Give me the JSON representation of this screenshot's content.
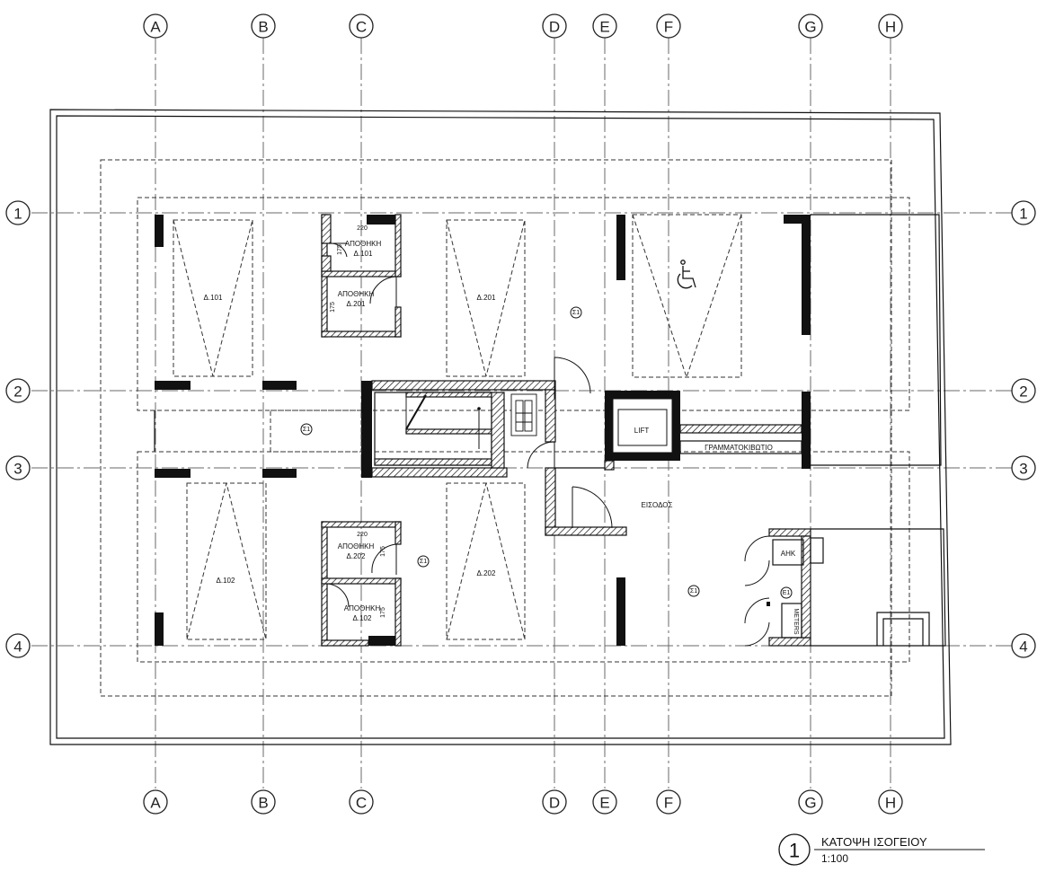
{
  "grid": {
    "columns": [
      "A",
      "B",
      "C",
      "D",
      "E",
      "F",
      "G",
      "H"
    ],
    "rows": [
      "1",
      "2",
      "3",
      "4"
    ]
  },
  "rooms": {
    "parking_101": "Δ.101",
    "parking_201": "Δ.201",
    "parking_102": "Δ.102",
    "parking_202": "Δ.202",
    "storage_101": [
      "ΑΠΟΘΗΚΗ",
      "Δ.101"
    ],
    "storage_201": [
      "ΑΠΟΘΗΚΗ",
      "Δ.201"
    ],
    "storage_202": [
      "ΑΠΟΘΗΚΗ",
      "Δ.202"
    ],
    "storage_102": [
      "ΑΠΟΘΗΚΗ",
      "Δ.102"
    ],
    "lift": "LIFT",
    "mailbox": "ΓΡΑΜΜΑΤΟΚΙΒΩΤΙΟ",
    "entrance": "ΕΙΣΟΔΟΣ",
    "ahk": "ΑΗΚ",
    "meters": "METERS"
  },
  "dims": {
    "width_220": "220",
    "depth_175": "175"
  },
  "markers": {
    "level_marker": "Σ1",
    "entrance_marker": "Ε1"
  },
  "title": {
    "number": "1",
    "name": "ΚΑΤΟΨΗ ΙΣΟΓΕΙΟΥ",
    "scale": "1:100"
  },
  "icons": {
    "wheelchair": "wheelchair-icon",
    "stair_lift": "stair-lift-icon",
    "stair_arrow": "stair-direction-arrow-icon"
  }
}
